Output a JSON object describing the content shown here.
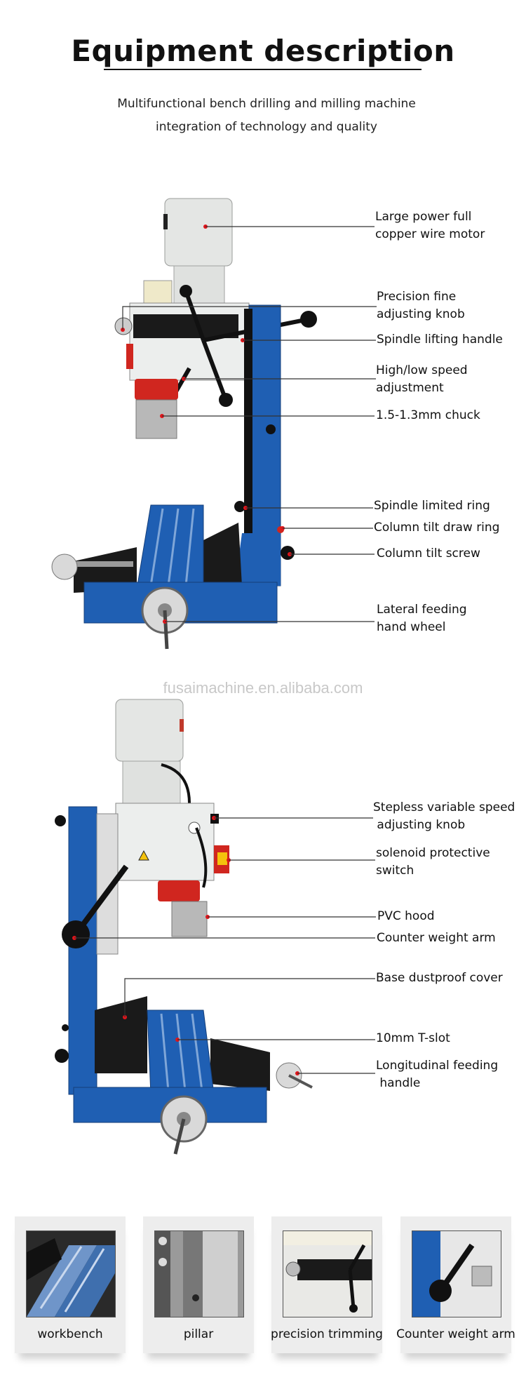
{
  "header": {
    "title": "Equipment description",
    "subtitle_line1": "Multifunctional bench drilling and milling machine",
    "subtitle_line2": "integration of technology and quality"
  },
  "front_view": {
    "labels": [
      "Large power full\ncopper wire motor",
      "Precision fine\nadjusting knob",
      "Spindle lifting handle",
      "High/low speed\nadjustment",
      "1.5-1.3mm chuck",
      "Spindle limited ring",
      "Column tilt draw ring",
      "Column tilt screw",
      "Lateral feeding\nhand wheel"
    ]
  },
  "watermark": "fusaimachine.en.alibaba.com",
  "side_view": {
    "labels": [
      "Stepless variable speed\n adjusting knob",
      "solenoid protective\nswitch",
      "PVC hood",
      "Counter weight arm",
      "Base dustproof cover",
      "10mm T-slot",
      "Longitudinal feeding\n handle"
    ]
  },
  "thumbnails": [
    {
      "caption": "workbench",
      "icon": "workbench-photo"
    },
    {
      "caption": "pillar",
      "icon": "pillar-photo"
    },
    {
      "caption": "precision trimming",
      "icon": "precision-trimming-photo"
    },
    {
      "caption": "Counter weight arm",
      "icon": "counter-weight-arm-photo"
    }
  ],
  "colors": {
    "machine_blue": "#1f5fb3",
    "motor_grey": "#e6e8e6",
    "accent_red": "#d0261f",
    "pointer_red": "#e0141a",
    "text": "#111111"
  }
}
